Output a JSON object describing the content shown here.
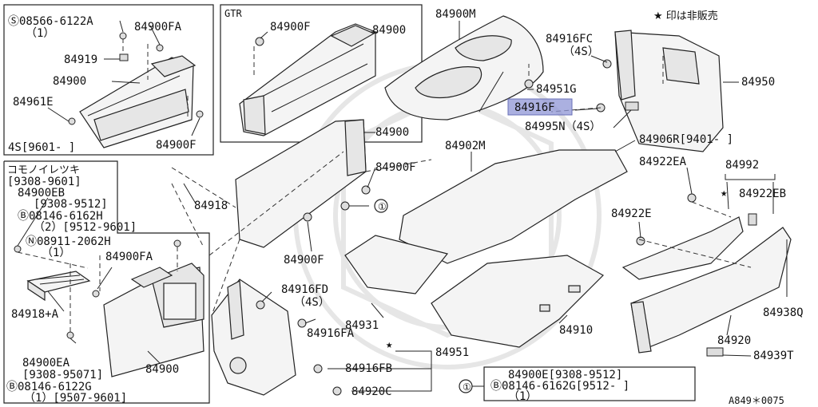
{
  "legend": {
    "star_note": "★ 印は非販売"
  },
  "footer": {
    "code": "A849＊0075"
  },
  "boxes": {
    "top_left": {
      "labels": {
        "l1": "Ⓢ08566-6122A",
        "l2": "（1）",
        "l3": "84900FA",
        "l4": "84919",
        "l5": "84900",
        "l6": "84961E",
        "l7": "4S[9601-   ]",
        "l8": "84900F"
      }
    },
    "gtr": {
      "labels": {
        "title": "GTR",
        "l1": "84900F",
        "l2": "84900"
      }
    },
    "left_lower": {
      "labels": {
        "title": "コモノイレツキ",
        "l1": "[9308-9601]",
        "l2": "84900EB",
        "l3": "[9308-9512]",
        "l4": "Ⓑ08146-6162H",
        "l5": "（2）[9512-9601]",
        "l6": "Ⓝ08911-2062H",
        "l7": "（1）",
        "l8": "84900FA",
        "l9": "84918+A",
        "l10": "84900EA",
        "l11": "[9308-95071]",
        "l12": "Ⓑ08146-6122G",
        "l13": "（1）[9507-9601]",
        "l14": "84900"
      }
    },
    "bottom_note": {
      "labels": {
        "circ": "①",
        "l1": "84900E[9308-9512]",
        "l2": "Ⓑ08146-6162G[9512-    ]",
        "l3": "（1）"
      }
    }
  },
  "main_labels": {
    "m1": "84900M",
    "m2": "84916FC",
    "m3": "（4S）",
    "m4": "84950",
    "m5": "84951G",
    "m6": "84916F",
    "m7": "84995N（4S）",
    "m8": "84906R[9401-      ]",
    "m9": "84902M",
    "m10": "84900",
    "m11": "84900F",
    "m12": "84918",
    "m13": "①",
    "m14": "84900F",
    "m15": "84922EA",
    "m16": "84992",
    "m17": "84922EB",
    "m18": "84922E",
    "m19": "84916FD",
    "m20": "（4S）",
    "m21": "84916FA",
    "m22": "84931",
    "m23": "84910",
    "m24": "84938Q",
    "m25": "84951",
    "m26": "84916FB",
    "m27": "84920C",
    "m28": "84920",
    "m29": "84939T",
    "m30": "★",
    "m31": "★"
  }
}
